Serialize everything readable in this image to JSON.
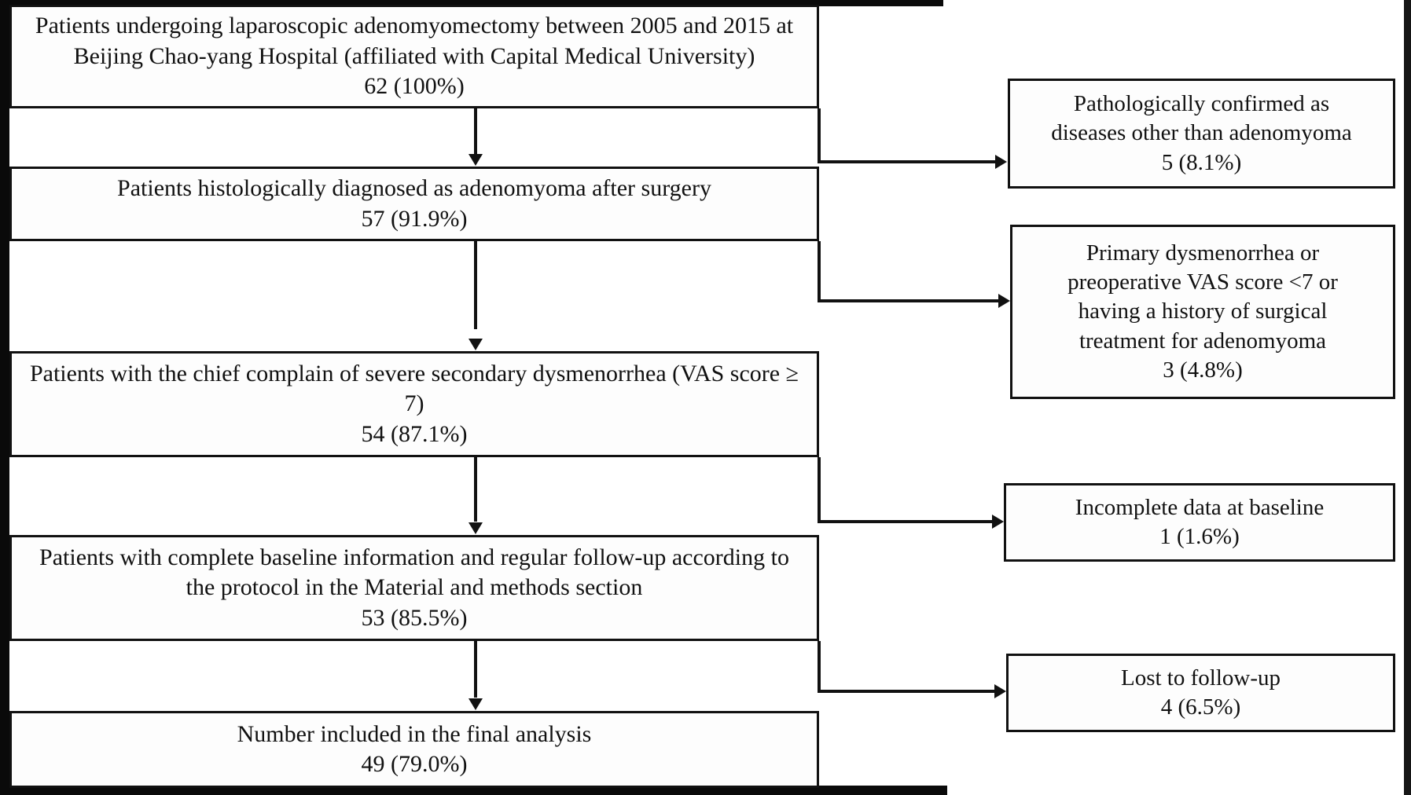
{
  "figure": {
    "type": "flowchart",
    "subject": "Patient selection flow diagram for laparoscopic adenomyomectomy study"
  },
  "main_nodes": [
    {
      "id": "enrolled",
      "lines": [
        "Patients undergoing laparoscopic adenomyomectomy between 2005 and 2015 at",
        "Beijing Chao-yang Hospital (affiliated with Capital Medical University)"
      ],
      "count": "62 (100%)"
    },
    {
      "id": "histology",
      "lines": [
        "Patients histologically diagnosed as adenomyoma after surgery"
      ],
      "count": "57 (91.9%)"
    },
    {
      "id": "severe-dysmenorrhea",
      "lines": [
        "Patients with the chief complain of severe secondary dysmenorrhea (VAS score ≥",
        "7)"
      ],
      "count": "54 (87.1%)"
    },
    {
      "id": "complete-baseline",
      "lines": [
        "Patients with complete baseline information and regular follow-up according to",
        "the protocol in the Material and methods section"
      ],
      "count": "53 (85.5%)"
    },
    {
      "id": "final-analysis",
      "lines": [
        "Number included in the final analysis"
      ],
      "count": "49 (79.0%)"
    }
  ],
  "exclusion_nodes": [
    {
      "id": "other-diseases",
      "lines": [
        "Pathologically confirmed as",
        "diseases other than adenomyoma"
      ],
      "count": "5 (8.1%)"
    },
    {
      "id": "primary-dysmenorrhea",
      "lines": [
        "Primary dysmenorrhea or",
        "preoperative VAS score <7 or",
        "having a history of surgical",
        "treatment for adenomyoma"
      ],
      "count": "3 (4.8%)"
    },
    {
      "id": "incomplete-data",
      "lines": [
        "Incomplete data at baseline"
      ],
      "count": "1 (1.6%)"
    },
    {
      "id": "lost-followup",
      "lines": [
        "Lost to follow-up"
      ],
      "count": "4 (6.5%)"
    }
  ],
  "colors": {
    "box_border": "#111111",
    "box_fill": "#fdfdfd",
    "connector": "#111111",
    "frame": "#0a0a0a",
    "text": "#111111"
  }
}
